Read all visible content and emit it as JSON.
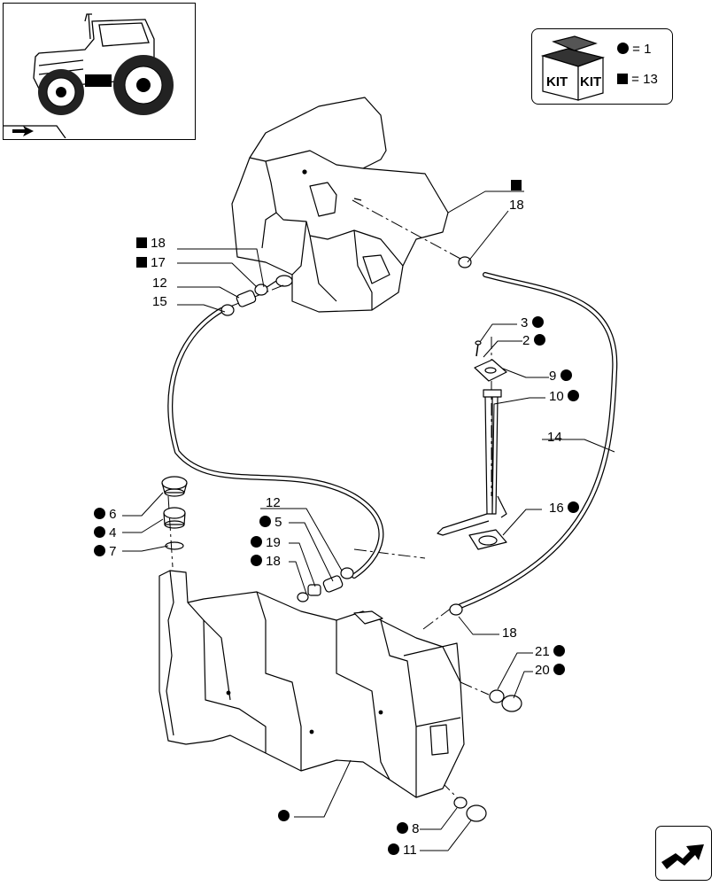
{
  "kit_legend": {
    "circle_qty": "= 1",
    "square_qty": "= 13",
    "kit_text": "KIT"
  },
  "labels": [
    {
      "id": "sq-a",
      "num": "",
      "marker": "square",
      "side": "before"
    },
    {
      "id": "l18a",
      "num": "18",
      "marker": "",
      "side": "none"
    },
    {
      "id": "l18b",
      "num": "18",
      "marker": "square",
      "side": "before"
    },
    {
      "id": "l17",
      "num": "17",
      "marker": "square",
      "side": "before"
    },
    {
      "id": "l12a",
      "num": "12",
      "marker": "",
      "side": "none"
    },
    {
      "id": "l15",
      "num": "15",
      "marker": "",
      "side": "none"
    },
    {
      "id": "l3",
      "num": "3",
      "marker": "circle",
      "side": "after"
    },
    {
      "id": "l2",
      "num": "2",
      "marker": "circle",
      "side": "after"
    },
    {
      "id": "l9",
      "num": "9",
      "marker": "circle",
      "side": "after"
    },
    {
      "id": "l10",
      "num": "10",
      "marker": "circle",
      "side": "after"
    },
    {
      "id": "l14",
      "num": "14",
      "marker": "",
      "side": "none"
    },
    {
      "id": "l16",
      "num": "16",
      "marker": "circle",
      "side": "after"
    },
    {
      "id": "l6",
      "num": "6",
      "marker": "circle",
      "side": "before"
    },
    {
      "id": "l4",
      "num": "4",
      "marker": "circle",
      "side": "before"
    },
    {
      "id": "l7",
      "num": "7",
      "marker": "circle",
      "side": "before"
    },
    {
      "id": "l12b",
      "num": "12",
      "marker": "",
      "side": "none"
    },
    {
      "id": "l5",
      "num": "5",
      "marker": "circle",
      "side": "before"
    },
    {
      "id": "l19",
      "num": "19",
      "marker": "circle",
      "side": "before"
    },
    {
      "id": "l18c",
      "num": "18",
      "marker": "circle",
      "side": "before"
    },
    {
      "id": "l18d",
      "num": "18",
      "marker": "",
      "side": "none"
    },
    {
      "id": "l21",
      "num": "21",
      "marker": "circle",
      "side": "after"
    },
    {
      "id": "l20",
      "num": "20",
      "marker": "circle",
      "side": "after"
    },
    {
      "id": "lcirc",
      "num": "",
      "marker": "circle",
      "side": "before"
    },
    {
      "id": "l8",
      "num": "8",
      "marker": "circle",
      "side": "before"
    },
    {
      "id": "l11",
      "num": "11",
      "marker": "circle",
      "side": "before"
    }
  ]
}
